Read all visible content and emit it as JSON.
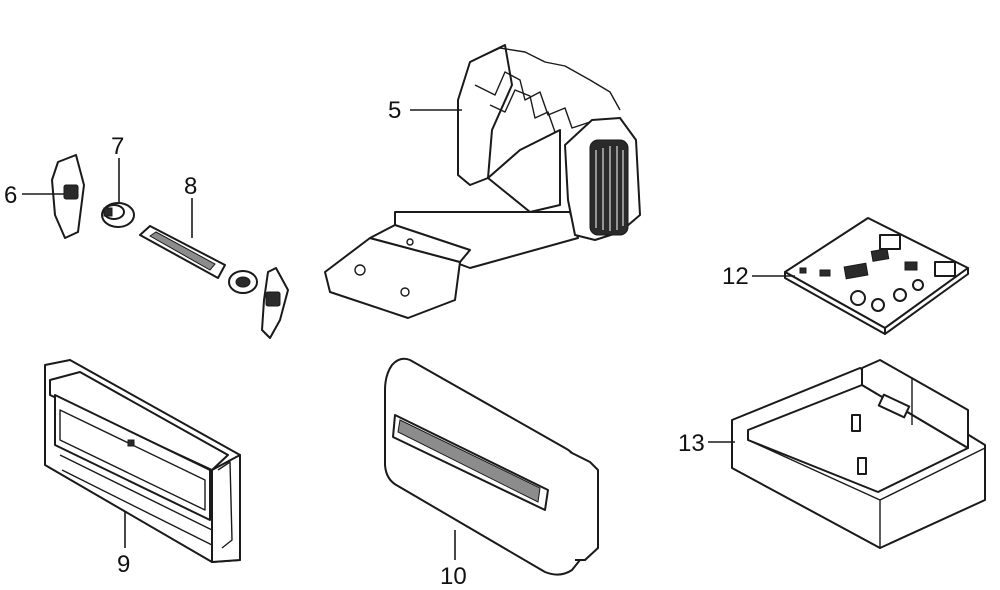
{
  "callouts": {
    "c5": "5",
    "c6": "6",
    "c7": "7",
    "c8": "8",
    "c9": "9",
    "c10": "10",
    "c12": "12",
    "c13": "13"
  },
  "colors": {
    "line": "#1a1a1a",
    "fill": "#ffffff",
    "dark": "#2a2a2a"
  }
}
